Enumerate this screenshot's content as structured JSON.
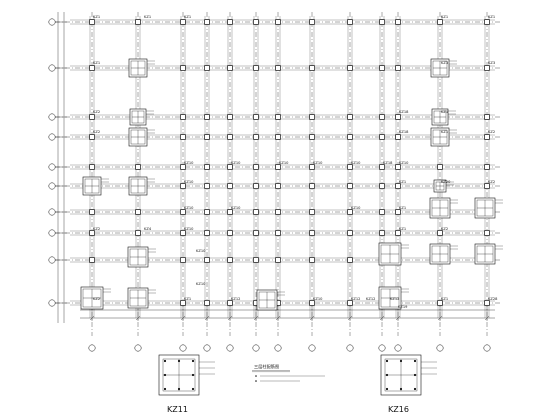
{
  "drawing": {
    "title": "三层柱配筋图",
    "labels": {
      "kz1": "KZ1",
      "kz2": "KZ2",
      "kz3": "KZ3",
      "kz4": "KZ4",
      "kz10": "KZ10",
      "kz11": "KZ11",
      "kz12": "KZ12",
      "kz16": "KZ16",
      "kz18": "KZ18",
      "kz19": "KZ19",
      "kz20": "KZ20",
      "kz28": "KZ28"
    },
    "details": [
      {
        "id": "detail-kz11",
        "label": "KZ11"
      },
      {
        "id": "detail-kz16",
        "label": "KZ16"
      }
    ]
  }
}
